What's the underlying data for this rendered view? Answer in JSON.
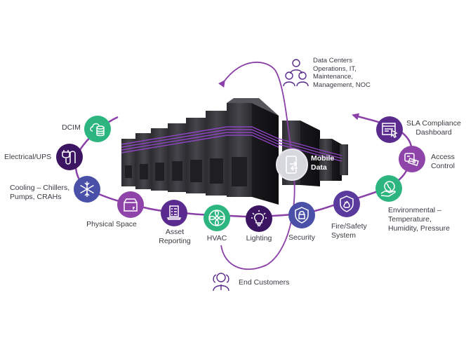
{
  "colors": {
    "arc": "#8b3fa8",
    "green": "#2db57f",
    "deep_purple": "#3b1462",
    "indigo": "#4a4fa8",
    "purple": "#8e44a9",
    "violet": "#5a2a8e",
    "royal": "#5b3a9e",
    "mobile_gray": "#d7d8de",
    "text": "#3a3a44"
  },
  "actors": {
    "operators": {
      "icon": "team-headset-icon",
      "lines": [
        "Data Centers",
        "Operations, IT,",
        "Maintenance,",
        "Management, NOC"
      ]
    },
    "customers": {
      "icon": "customer-group-icon",
      "label": "End Customers"
    }
  },
  "center": {
    "icon": "mobile-sync-icon",
    "lines": [
      "Mobile",
      "Data"
    ]
  },
  "nodes": [
    {
      "id": "dcim",
      "icon": "cloud-database-icon",
      "color": "green",
      "lines": [
        "DCIM"
      ]
    },
    {
      "id": "electrical",
      "icon": "power-plug-icon",
      "color": "deep_purple",
      "lines": [
        "Electrical/UPS"
      ]
    },
    {
      "id": "cooling",
      "icon": "snowflake-icon",
      "color": "indigo",
      "lines": [
        "Cooling – Chillers,",
        "Pumps, CRAHs"
      ]
    },
    {
      "id": "physical",
      "icon": "box-icon",
      "color": "purple",
      "lines": [
        "Physical Space"
      ]
    },
    {
      "id": "asset",
      "icon": "checklist-laptop-icon",
      "color": "violet",
      "lines": [
        "Asset",
        "Reporting"
      ]
    },
    {
      "id": "hvac",
      "icon": "fan-icon",
      "color": "green",
      "lines": [
        "HVAC"
      ]
    },
    {
      "id": "lighting",
      "icon": "lightbulb-icon",
      "color": "deep_purple",
      "lines": [
        "Lighting"
      ]
    },
    {
      "id": "security",
      "icon": "shield-lock-icon",
      "color": "indigo",
      "lines": [
        "Security"
      ]
    },
    {
      "id": "fire",
      "icon": "shield-flame-icon",
      "color": "royal",
      "lines": [
        "Fire/Safety",
        "System"
      ]
    },
    {
      "id": "environmental",
      "icon": "globe-hand-icon",
      "color": "green",
      "lines": [
        "Environmental –",
        "Temperature,",
        "Humidity, Pressure"
      ]
    },
    {
      "id": "access",
      "icon": "keycard-icon",
      "color": "purple",
      "lines": [
        "Access",
        "Control"
      ]
    },
    {
      "id": "sla",
      "icon": "dashboard-cursor-icon",
      "color": "violet",
      "lines": [
        "SLA Compliance",
        "Dashboard"
      ]
    }
  ]
}
